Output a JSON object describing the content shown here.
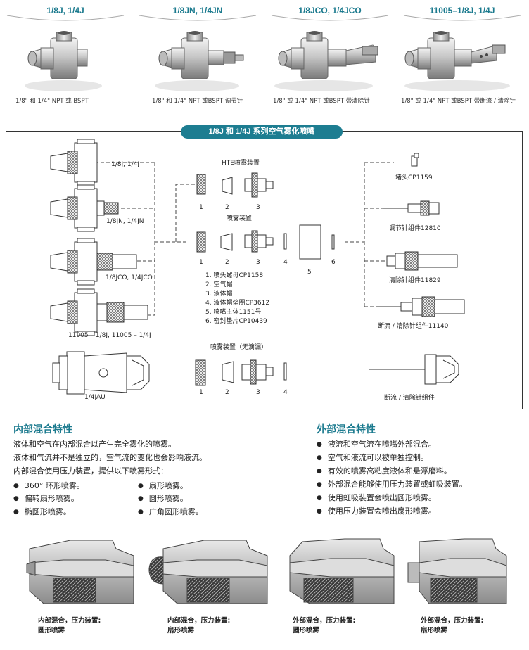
{
  "products": [
    {
      "tab": "1/8J, 1/4J",
      "caption": "1/8\" 和 1/4\" NPT 或 BSPT"
    },
    {
      "tab": "1/8JN, 1/4JN",
      "caption": "1/8\" 和 1/4\" NPT 或BSPT 调节针"
    },
    {
      "tab": "1/8JCO, 1/4JCO",
      "caption": "1/8\" 或 1/4\" NPT 或BSPT 带清除针"
    },
    {
      "tab": "11005–1/8J, 1/4J",
      "caption": "1/8\" 或 1/4\" NPT 或BSPT 带断流 / 清除针"
    }
  ],
  "diagram": {
    "title": "1/8J 和 1/4J 系列空气雾化喷嘴",
    "left_labels": [
      "1/8J, 1/4J",
      "1/8JN, 1/4JN",
      "1/8JCO, 1/4JCO",
      "11005 – 1/8J, 11005 – 1/4J",
      "1/4JAU"
    ],
    "hte_label": "HTE喷雾装置",
    "spray_label": "喷雾装置",
    "nodrip_label": "喷雾装置（无滴漏）",
    "right_labels": [
      "堵头CP1159",
      "调节针组件12810",
      "清除针组件11829",
      "断流 / 清除针组件11140",
      "断流 / 清除针组件"
    ],
    "nums_a": [
      "1",
      "2",
      "3"
    ],
    "nums_b": [
      "1",
      "2",
      "3",
      "4",
      "5",
      "6"
    ],
    "nums_c": [
      "1",
      "2",
      "3",
      "4"
    ],
    "parts_list": [
      "1. 喷头螺母CP1158",
      "2. 空气帽",
      "3. 液体帽",
      "4. 液体帽垫圈CP3612",
      "5. 喷嘴主体1151号",
      "6. 密封垫片CP10439"
    ]
  },
  "internal": {
    "heading": "内部混合特性",
    "lines": [
      "液体和空气在内部混合以产生完全雾化的喷雾。",
      "液体和气流并不是独立的，空气流的变化也会影响液流。",
      "内部混合使用压力装置，提供以下喷雾形式："
    ],
    "bullets_left": [
      "360°  环形喷雾。",
      "偏转扇形喷雾。",
      "椭圆形喷雾。"
    ],
    "bullets_right": [
      "扇形喷雾。",
      "圆形喷雾。",
      "广角圆形喷雾。"
    ]
  },
  "external": {
    "heading": "外部混合特性",
    "bullets": [
      "液流和空气流在喷嘴外部混合。",
      "空气和液流可以被单独控制。",
      "有效的喷雾高粘度液体和悬浮磨料。",
      "外部混合能够使用压力装置或虹吸装置。",
      "使用虹吸装置会喷出圆形喷雾。",
      "使用压力装置会喷出扇形喷雾。"
    ]
  },
  "cross_sections": [
    {
      "line1": "内部混合，压力装置:",
      "line2": "圆形喷雾"
    },
    {
      "line1": "内部混合，压力装置:",
      "line2": "扇形喷雾"
    },
    {
      "line1": "外部混合，压力装置:",
      "line2": "圆形喷雾"
    },
    {
      "line1": "外部混合，压力装置:",
      "line2": "扇形喷雾"
    }
  ],
  "colors": {
    "accent": "#1b7a8e",
    "badge": "#1d7d91"
  }
}
